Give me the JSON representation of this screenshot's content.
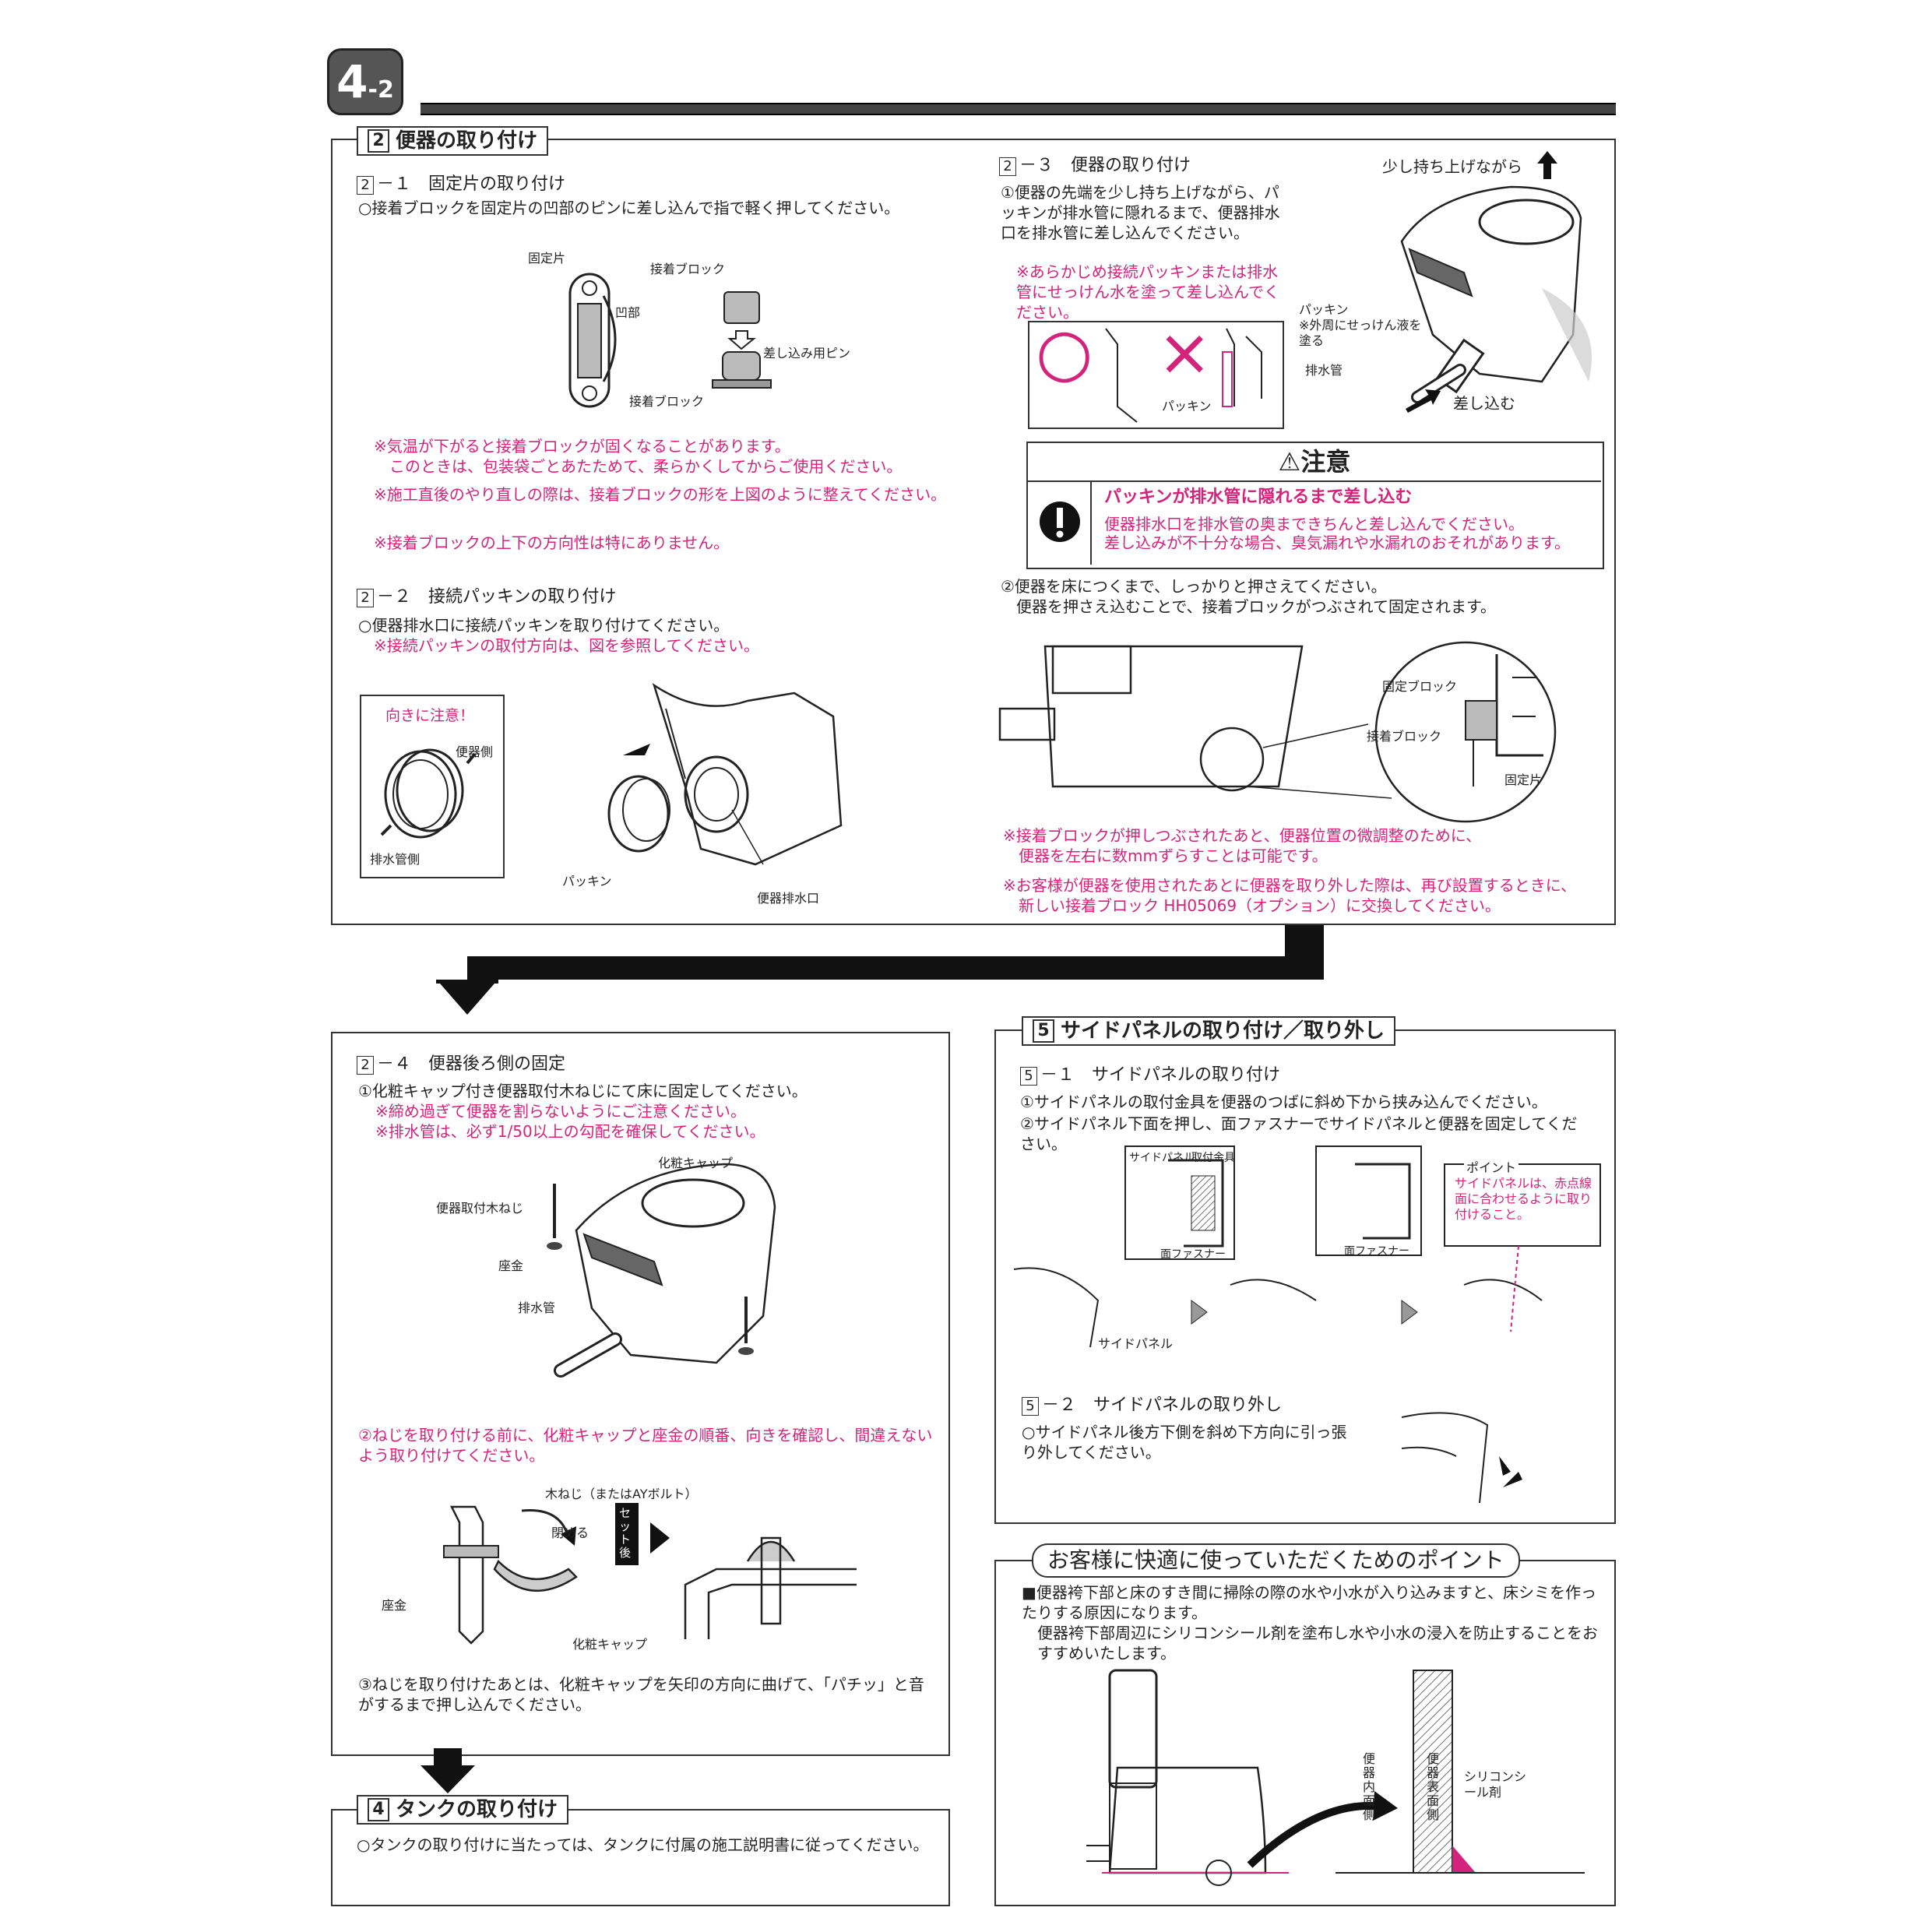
{
  "page": {
    "badge_main": "4",
    "badge_sub": "-2"
  },
  "colors": {
    "accent": "#d4237a",
    "line": "#333333"
  },
  "s2": {
    "num": "2",
    "title": "便器の取り付け",
    "s21": {
      "num": "2",
      "title": "－１　固定片の取り付け",
      "text": "○接着ブロックを固定片の凹部のピンに差し込んで指で軽く押してください。",
      "labels": {
        "kotei": "固定片",
        "setchaku_top": "接着ブロック",
        "oubu": "凹部",
        "pin": "差し込み用ピン",
        "setchaku_bottom": "接着ブロック"
      },
      "notes": [
        "※気温が下がると接着ブロックが固くなることがあります。",
        "　このときは、包装袋ごとあたためて、柔らかくしてからご使用ください。",
        "※施工直後のやり直しの際は、接着ブロックの形を上図のように整えてください。",
        "※接着ブロックの上下の方向性は特にありません。"
      ]
    },
    "s22": {
      "num": "2",
      "title": "－２　接続パッキンの取り付け",
      "text": "○便器排水口に接続パッキンを取り付けてください。",
      "note": "※接続パッキンの取付方向は、図を参照してください。",
      "callout_title": "向きに注意！",
      "labels": {
        "benki_side": "便器側",
        "haisui_side": "排水管側",
        "packing": "パッキン",
        "outlet": "便器排水口"
      }
    },
    "s23": {
      "num": "2",
      "title": "－３　便器の取り付け",
      "step1": "①便器の先端を少し持ち上げながら、パッキンが排水管に隠れるまで、便器排水口を排水管に差し込んでください。",
      "note1": "※あらかじめ接続パッキンまたは排水管にせっけん水を塗って差し込んでください。",
      "labels": {
        "lift": "少し持ち上げながら",
        "packing": "パッキン",
        "soap": "※外周にせっけん液を塗る",
        "pipe": "排水管",
        "insert": "差し込む",
        "packing2": "パッキン",
        "ok": "○",
        "ng": "×"
      },
      "caution": {
        "title": "注意",
        "headline": "パッキンが排水管に隠れるまで差し込む",
        "body1": "便器排水口を排水管の奥まできちんと差し込んでください。",
        "body2": "差し込みが不十分な場合、臭気漏れや水漏れのおそれがあります。"
      },
      "step2a": "②便器を床につくまで、しっかりと押さえてください。",
      "step2b": "　便器を押さえ込むことで、接着ブロックがつぶされて固定されます。",
      "labels2": {
        "kotei_block": "固定ブロック",
        "setchaku": "接着ブロック",
        "kotei": "固定片"
      },
      "notes": [
        "※接着ブロックが押しつぶされたあと、便器位置の微調整のために、",
        "　便器を左右に数mmずらすことは可能です。",
        "※お客様が便器を使用されたあとに便器を取り外した際は、再び設置するときに、",
        "　新しい接着ブロック HH05069（オプション）に交換してください。"
      ]
    }
  },
  "s24": {
    "num": "2",
    "title": "－４　便器後ろ側の固定",
    "step1": "①化粧キャップ付き便器取付木ねじにて床に固定してください。",
    "notes": [
      "※締め過ぎて便器を割らないようにご注意ください。",
      "※排水管は、必ず1/50以上の勾配を確保してください。"
    ],
    "labels": {
      "cap": "化粧キャップ",
      "screw": "便器取付木ねじ",
      "washer": "座金",
      "pipe": "排水管"
    },
    "step2": "②ねじを取り付ける前に、化粧キャップと座金の順番、向きを確認し、間違えないよう取り付けてください。",
    "labels2": {
      "screw": "木ねじ（またはAYボルト）",
      "close": "閉める",
      "washer": "座金",
      "cap": "化粧キャップ",
      "after": "セット後"
    },
    "step3": "③ねじを取り付けたあとは、化粧キャップを矢印の方向に曲げて、「パチッ」と音がするまで押し込んでください。"
  },
  "s4": {
    "num": "4",
    "title": "タンクの取り付け",
    "text": "○タンクの取り付けに当たっては、タンクに付属の施工説明書に従ってください。"
  },
  "s5": {
    "num": "5",
    "title": "サイドパネルの取り付け／取り外し",
    "s51": {
      "num": "5",
      "title": "－１　サイドパネルの取り付け",
      "step1": "①サイドパネルの取付金具を便器のつばに斜め下から挟み込んでください。",
      "step2": "②サイドパネル下面を押し、面ファスナーでサイドパネルと便器を固定してください。",
      "labels": {
        "panel": "サイドパネル",
        "bracket": "取付金具",
        "fastener": "面ファスナー",
        "fastener2": "面ファスナー",
        "panel2": "サイドパネル"
      },
      "point_title": "ポイント",
      "point_text": "サイドパネルは、赤点線面に合わせるように取り付けること。"
    },
    "s52": {
      "num": "5",
      "title": "－２　サイドパネルの取り外し",
      "text": "○サイドパネル後方下側を斜め下方向に引っ張り外してください。"
    }
  },
  "points": {
    "title": "お客様に快適に使っていただくためのポイント",
    "text1": "■便器袴下部と床のすき間に掃除の際の水や小水が入り込みますと、床シミを作ったりする原因になります。",
    "text2": "便器袴下部周辺にシリコンシール剤を塗布し水や小水の浸入を防止することをおすすめいたします。",
    "labels": {
      "inner": "便器内面側",
      "outer": "便器表面側",
      "silicone": "シリコンシール剤"
    }
  }
}
